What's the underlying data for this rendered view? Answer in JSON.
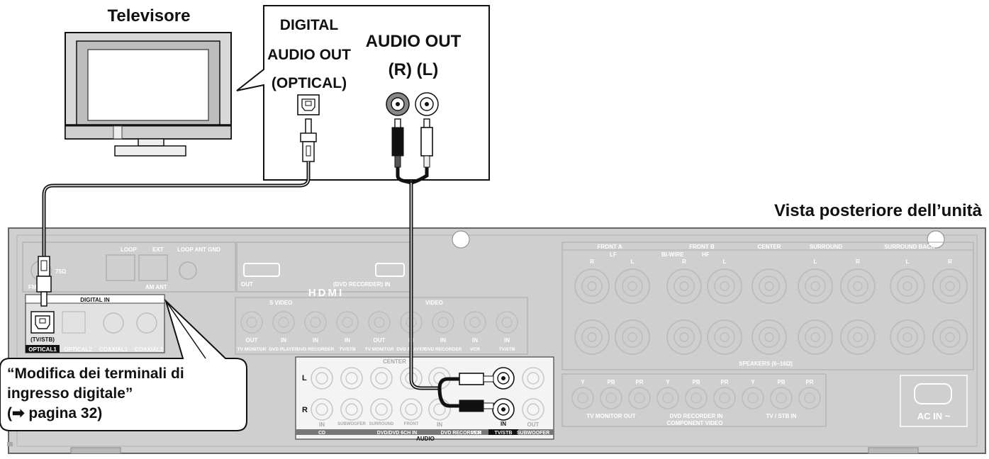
{
  "labels": {
    "tv": "Televisore",
    "digital_audio_out": [
      "DIGITAL",
      "AUDIO OUT",
      "(OPTICAL)"
    ],
    "audio_out": "AUDIO OUT",
    "audio_out_channels": "(R) (L)",
    "rear_view": "Vista posteriore dell’unità",
    "callout_lines": [
      "“Modifica dei terminali di",
      "ingresso digitale”",
      "(➡ pagina 32)"
    ]
  },
  "panel": {
    "digital_in": "DIGITAL IN",
    "tv_stb_small": "(TV/STB)",
    "optical_inputs": [
      "OPTICAL1",
      "OPTICAL2",
      "COAXIAL1",
      "COAXIAL2"
    ],
    "loop": "LOOP",
    "ext": "EXT",
    "ohm": "75Ω",
    "fm_ant": "FM ANT",
    "am_ant": "AM ANT",
    "loop_ant_gnd": "LOOP ANT GND",
    "hdmi_out": "OUT",
    "hdmi_in": "(DVD RECORDER) IN",
    "hdmi_logo": "HDMI",
    "s_video": "S VIDEO",
    "video": "VIDEO",
    "video_out": [
      "OUT",
      "IN",
      "IN",
      "IN",
      "OUT",
      "IN",
      "IN",
      "IN",
      "IN"
    ],
    "video_labels": [
      "TV MONITOR",
      "DVD PLAYER",
      "DVD RECORDER",
      "TV/STB",
      "TV MONITOR",
      "DVD PLAYER",
      "DVD RECORDER",
      "VCR",
      "TV/STB"
    ],
    "speaker_groups": [
      "FRONT A",
      "FRONT B",
      "CENTER",
      "SURROUND",
      "SURROUND BACK"
    ],
    "lf": "LF",
    "bi_wire": "BI-WIRE",
    "hf": "HF",
    "r": "R",
    "l": "L",
    "speakers": "SPEAKERS (6–16Ω)",
    "audio_l": "L",
    "audio_r": "R",
    "center": "CENTER",
    "in_labels": [
      "IN",
      "IN",
      "IN",
      "OUT"
    ],
    "audio_row_labels": [
      "SUBWOOFER",
      "SURROUND",
      "FRONT"
    ],
    "audio_bottom": [
      "CD",
      "DVD/DVD 6CH IN",
      "DVD RECORDER",
      "VCR",
      "TV/STB",
      "SUBWOOFER"
    ],
    "audio_title": "AUDIO",
    "component_cols": [
      "Y",
      "PB",
      "PR",
      "Y",
      "PB",
      "PR",
      "Y",
      "PB",
      "PR"
    ],
    "component_groups": [
      "TV MONITOR OUT",
      "DVD RECORDER IN",
      "TV / STB IN"
    ],
    "component_title": "COMPONENT VIDEO",
    "ac_in": "AC IN ~"
  }
}
